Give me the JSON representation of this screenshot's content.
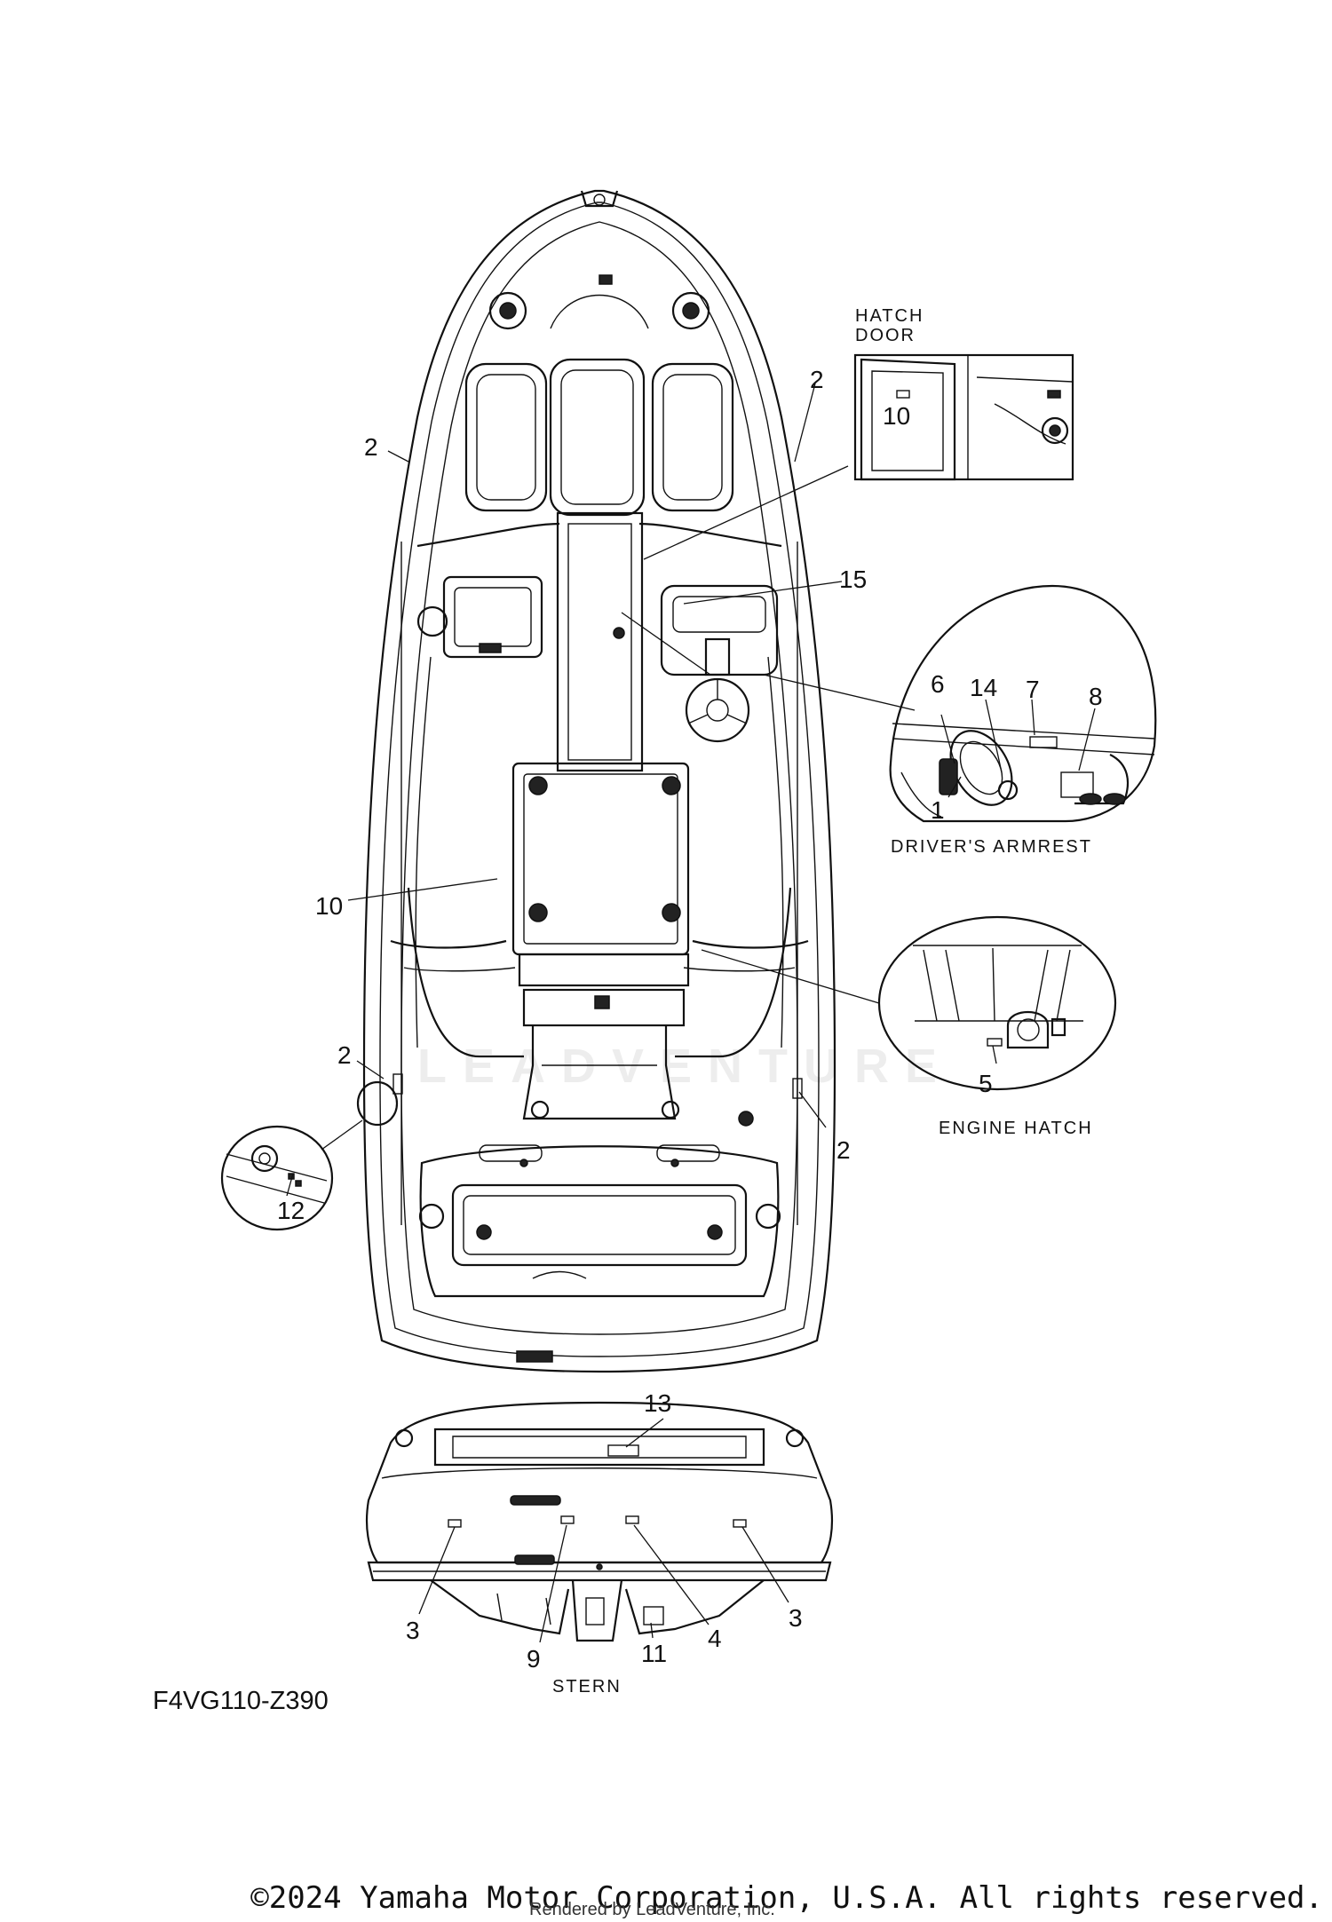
{
  "diagram": {
    "view_labels": {
      "hatch_door": [
        "HATCH",
        "DOOR"
      ],
      "drivers_armrest": "DRIVER'S ARMREST",
      "engine_hatch": "ENGINE HATCH",
      "stern": "STERN"
    },
    "callouts": {
      "hull_left_upper": "2",
      "hull_right_upper": "2",
      "hatch_door_label": "10",
      "console_label": "15",
      "armrest_6": "6",
      "armrest_14": "14",
      "armrest_7": "7",
      "armrest_8": "8",
      "armrest_1": "1",
      "engine_hatch_10": "10",
      "engine_hatch_5": "5",
      "hull_left_lower": "2",
      "hull_right_lower": "2",
      "detail_12": "12",
      "stern_13": "13",
      "stern_3_left": "3",
      "stern_9": "9",
      "stern_11": "11",
      "stern_4": "4",
      "stern_3_right": "3"
    }
  },
  "watermark": "LEADVENTURE",
  "part_code": "F4VG110-Z390",
  "copyright": "©2024 Yamaha Motor Corporation, U.S.A. All rights reserved.",
  "rendered_by": "Rendered by LeadVenture, Inc."
}
